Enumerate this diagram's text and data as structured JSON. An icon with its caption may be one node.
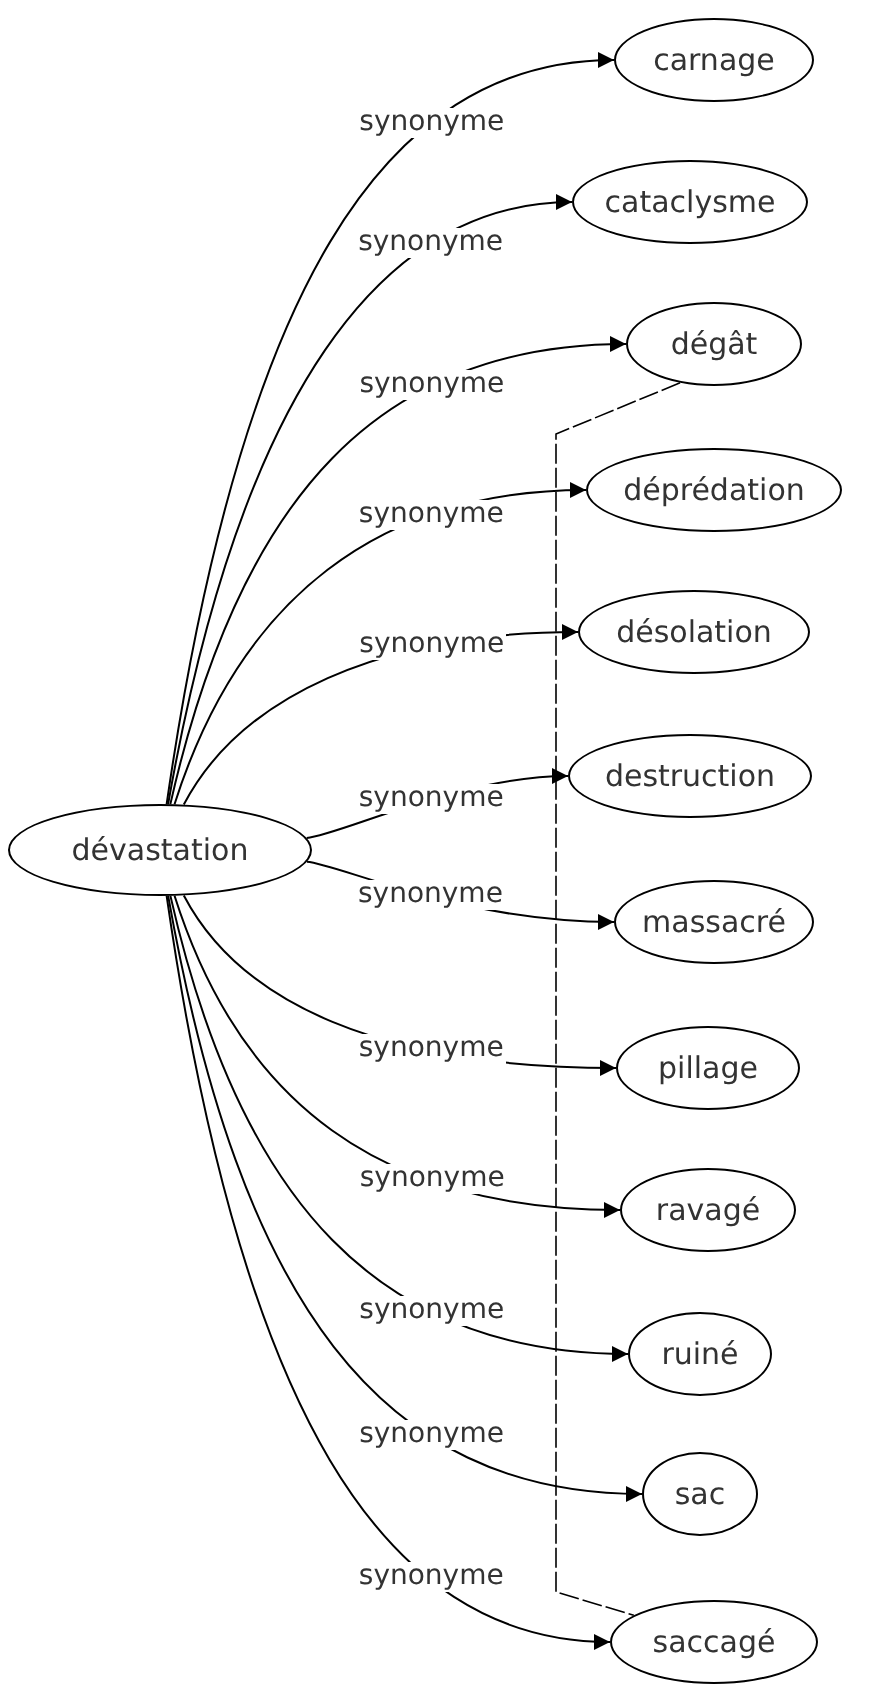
{
  "diagram": {
    "nodes": [
      {
        "text": [
          "dévastation"
        ]
      },
      {
        "text": [
          "carnage"
        ]
      },
      {
        "text": [
          "cataclysme"
        ]
      },
      {
        "text": [
          "dégât"
        ]
      },
      {
        "text": [
          "déprédation"
        ]
      },
      {
        "text": [
          "désolation"
        ]
      },
      {
        "text": [
          "destruction"
        ]
      },
      {
        "text": [
          "massacré"
        ]
      },
      {
        "text": [
          "pillage"
        ]
      },
      {
        "text": [
          "ravagé"
        ]
      },
      {
        "text": [
          "ruiné"
        ]
      },
      {
        "text": [
          "sac"
        ]
      },
      {
        "text": [
          "saccagé"
        ]
      }
    ],
    "edges": [
      {
        "from": 0,
        "to": 1,
        "arrow": "to",
        "label": "synonyme"
      },
      {
        "from": 0,
        "to": 2,
        "arrow": "to",
        "label": "synonyme"
      },
      {
        "from": 0,
        "to": 3,
        "arrow": "to",
        "label": "synonyme"
      },
      {
        "from": 0,
        "to": 4,
        "arrow": "to",
        "label": "synonyme"
      },
      {
        "from": 0,
        "to": 5,
        "arrow": "to",
        "label": "synonyme"
      },
      {
        "from": 0,
        "to": 6,
        "arrow": "to",
        "label": "synonyme"
      },
      {
        "from": 0,
        "to": 7,
        "arrow": "to",
        "label": "synonyme"
      },
      {
        "from": 0,
        "to": 8,
        "arrow": "to",
        "label": "synonyme"
      },
      {
        "from": 0,
        "to": 9,
        "arrow": "to",
        "label": "synonyme"
      },
      {
        "from": 0,
        "to": 10,
        "arrow": "to",
        "label": "synonyme"
      },
      {
        "from": 0,
        "to": 11,
        "arrow": "to",
        "label": "synonyme"
      },
      {
        "from": 0,
        "to": 12,
        "arrow": "to",
        "label": "synonyme"
      },
      {
        "from": 3,
        "to": 12,
        "arrow": "none",
        "style": "dashed"
      }
    ]
  }
}
